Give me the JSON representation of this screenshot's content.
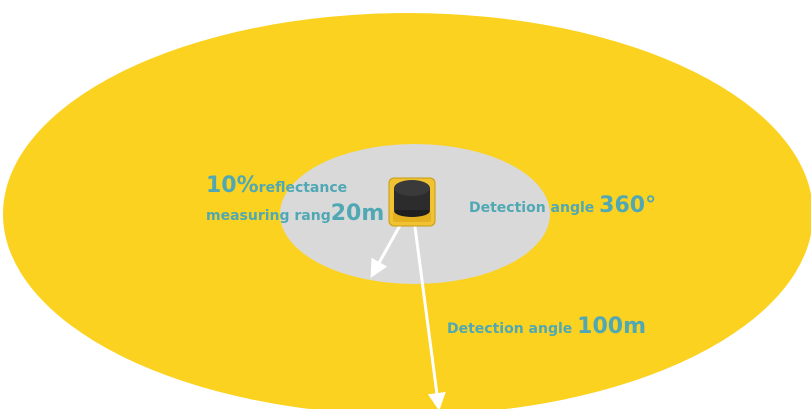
{
  "colors": {
    "outer_zone": "#fbd21f",
    "inner_zone": "#d9d9d9",
    "text": "#4fa8b4",
    "arrow": "#ffffff",
    "sensor_body": "#2c2c2c",
    "sensor_base": "#f1c232"
  },
  "labels": {
    "reflect_value": "10%",
    "reflect_text": "reflectance",
    "range_text": "measuring rang",
    "range_value": "20m",
    "angle_text": "Detection angle ",
    "angle_value": "360°",
    "far_text": "Detection angle ",
    "far_value": "100m"
  }
}
